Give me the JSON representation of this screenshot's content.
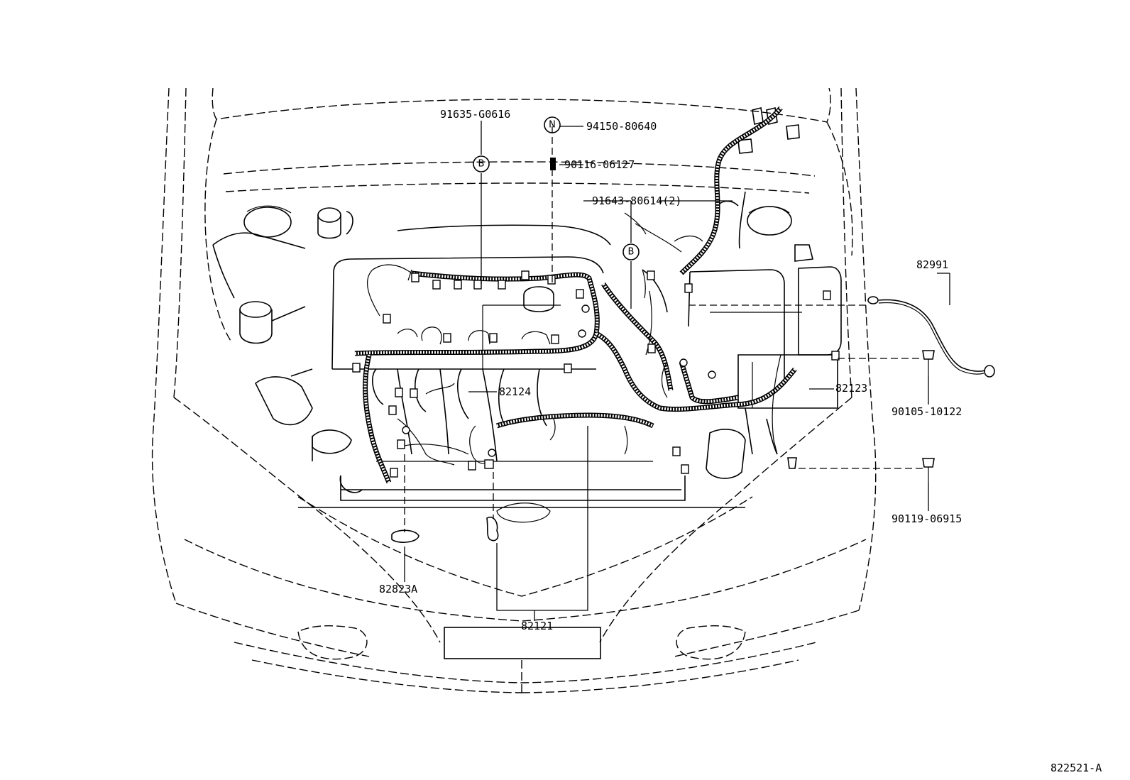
{
  "labels": {
    "p91635": "91635-G0616",
    "p94150": "94150-80640",
    "p90116": "90116-06127",
    "p91643": "91643-80614(2)",
    "p82991": "82991",
    "p82124": "82124",
    "p82123": "82123",
    "p90105": "90105-10122",
    "p90119": "90119-06915",
    "p82823A": "82823A",
    "p82121": "82121",
    "ref": "822521-A"
  },
  "markers": {
    "b1": "B",
    "b2": "B",
    "n1": "N"
  }
}
